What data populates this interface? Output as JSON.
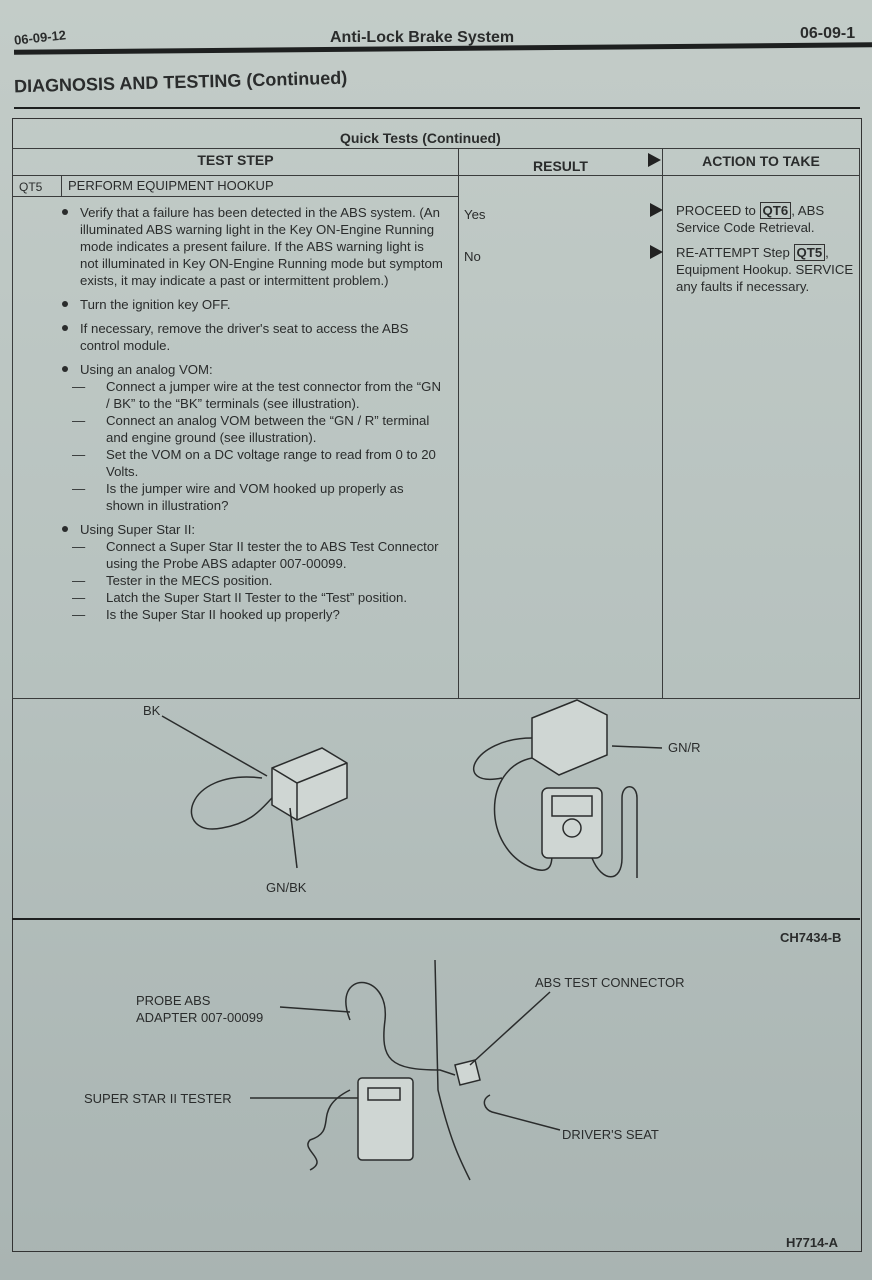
{
  "header": {
    "page_left": "06-09-12",
    "title": "Anti-Lock Brake System",
    "page_right": "06-09-1"
  },
  "section_title": "DIAGNOSIS AND TESTING (Continued)",
  "table": {
    "caption": "Quick Tests (Continued)",
    "columns": {
      "test_step": "TEST STEP",
      "result": "RESULT",
      "action": "ACTION TO TAKE"
    },
    "step_id": "QT5",
    "step_title": "PERFORM EQUIPMENT HOOKUP",
    "bullets": [
      {
        "text": "Verify that a failure has been detected in the ABS system. (An illuminated ABS warning light in the Key ON-Engine Running mode indicates a present failure. If the ABS warning light is not illuminated in Key ON-Engine Running mode but symptom exists, it may indicate a past or intermittent problem.)"
      },
      {
        "text": "Turn the ignition key OFF."
      },
      {
        "text": "If necessary, remove the driver's seat to access the ABS control module."
      },
      {
        "text": "Using an analog VOM:",
        "sub": [
          "Connect a jumper wire at the test connector from the “GN / BK” to the “BK” terminals (see illustration).",
          "Connect an analog VOM between the “GN / R” terminal and engine ground (see illustration).",
          "Set the VOM on a DC voltage range to read from 0 to 20 Volts.",
          "Is the jumper wire and VOM hooked up properly as shown in illustration?"
        ]
      },
      {
        "text": "Using Super Star II:",
        "sub": [
          "Connect a Super Star II tester the to ABS Test Connector using the Probe ABS adapter 007-00099.",
          "Tester in the MECS position.",
          "Latch the Super Start II Tester to the “Test” position.",
          "Is the Super Star II hooked up properly?"
        ]
      }
    ],
    "results": [
      {
        "result": "Yes",
        "action_pre": "PROCEED to ",
        "ref": "QT6",
        "action_post": ", ABS Service Code Retrieval."
      },
      {
        "result": "No",
        "action_pre": "RE-ATTEMPT Step ",
        "ref": "QT5",
        "action_post": ", Equipment Hookup. SERVICE any faults if necessary."
      }
    ]
  },
  "figure1": {
    "labels": {
      "bk": "BK",
      "gnbk": "GN/BK",
      "gnr": "GN/R"
    },
    "id": "CH7434-B"
  },
  "figure2": {
    "labels": {
      "probe_line1": "PROBE ABS",
      "probe_line2": "ADAPTER 007-00099",
      "connector": "ABS TEST CONNECTOR",
      "tester": "SUPER STAR II TESTER",
      "seat": "DRIVER'S SEAT"
    },
    "id": "H7714-A"
  }
}
